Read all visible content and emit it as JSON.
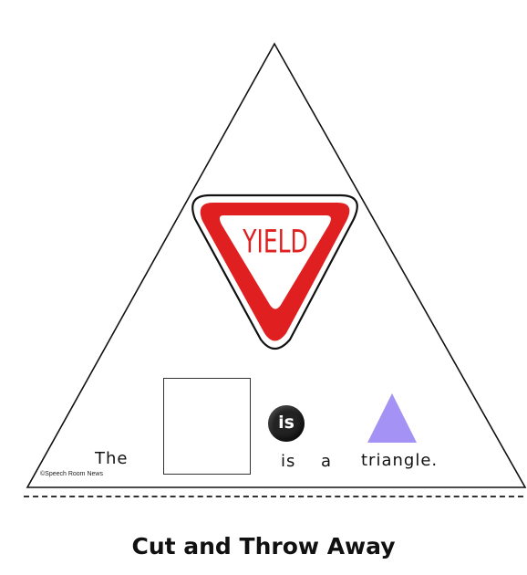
{
  "sign": {
    "text": "YIELD",
    "colors": {
      "red": "#e02020",
      "white": "#ffffff",
      "outline": "#111111"
    }
  },
  "sentence": {
    "word1": "The",
    "badge": "is",
    "word2": "is",
    "word3": "a",
    "word4": "triangle."
  },
  "shape_icon": {
    "name": "triangle-icon",
    "color": "#a493f5"
  },
  "copyright": "©Speech Room News",
  "footer": {
    "instruction": "Cut and Throw Away"
  }
}
